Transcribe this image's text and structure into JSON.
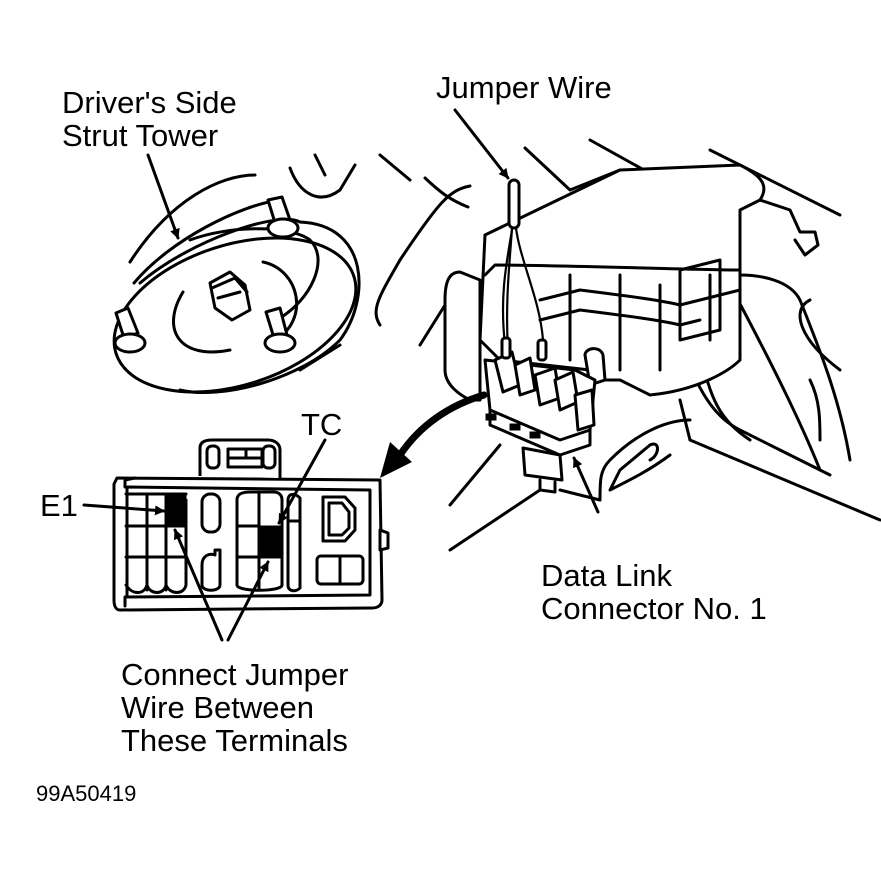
{
  "diagram": {
    "labels": {
      "strut_tower_line1": "Driver's Side",
      "strut_tower_line2": "Strut Tower",
      "jumper_wire": "Jumper Wire",
      "tc_terminal": "TC",
      "e1_terminal": "E1",
      "dlc_line1": "Data Link",
      "dlc_line2": "Connector No. 1",
      "instruction_line1": "Connect Jumper",
      "instruction_line2": "Wire Between",
      "instruction_line3": "These Terminals",
      "figure_id": "99A50419"
    },
    "highlighted_terminals": [
      "E1",
      "TC"
    ]
  }
}
